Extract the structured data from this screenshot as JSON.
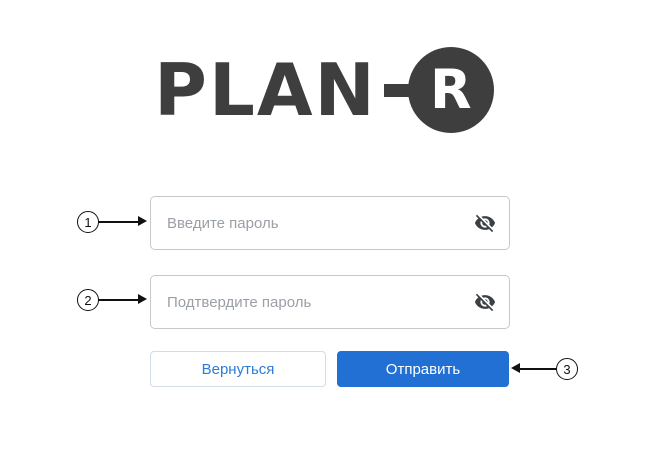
{
  "logo": {
    "wordmark": "PLAN",
    "badge_letter": "R"
  },
  "form": {
    "password": {
      "placeholder": "Введите пароль"
    },
    "confirm_password": {
      "placeholder": "Подтвердите пароль"
    },
    "buttons": {
      "back": "Вернуться",
      "submit": "Отправить"
    }
  },
  "icons": {
    "visibility_off": "eye-slash-icon"
  },
  "annotations": {
    "callouts": [
      "1",
      "2",
      "3"
    ]
  },
  "colors": {
    "logo_dark": "#3e3e3e",
    "accent_blue": "#2270d3",
    "placeholder_gray": "#9aa0a6"
  }
}
